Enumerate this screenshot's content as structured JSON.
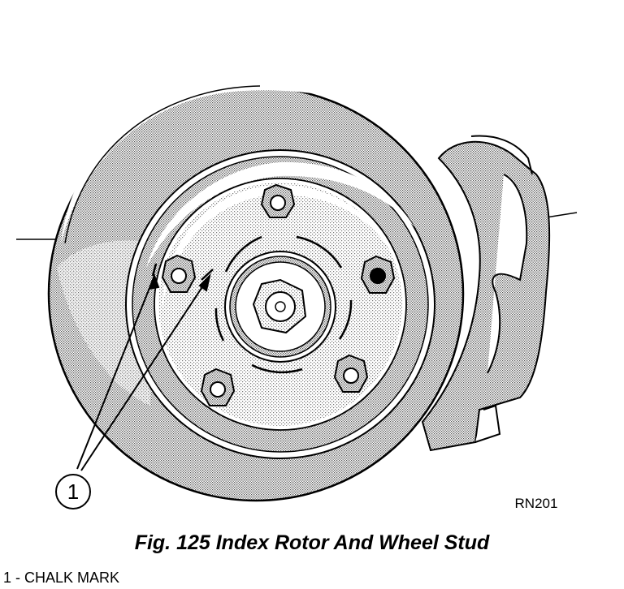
{
  "figure": {
    "caption": "Fig. 125 Index Rotor And Wheel Stud",
    "figure_id": "RN201",
    "callout_number": "1",
    "legend": "1 - CHALK MARK"
  }
}
